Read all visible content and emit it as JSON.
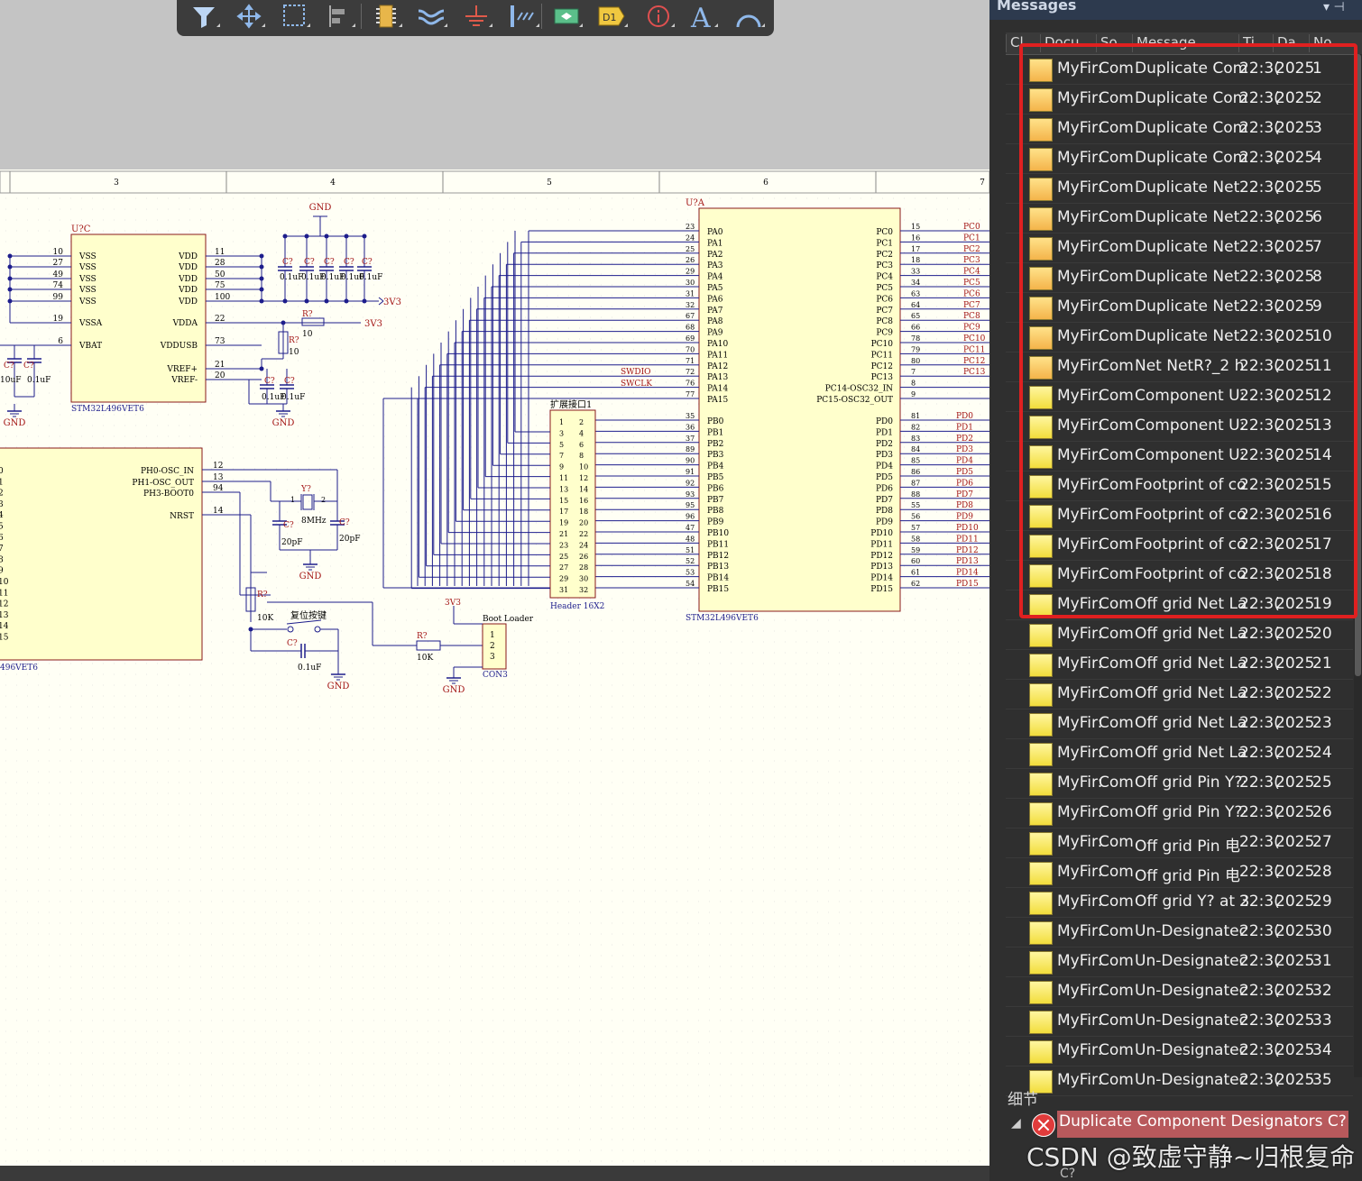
{
  "toolbar": {
    "buttons": [
      "filter-icon",
      "move-icon",
      "select-rect-icon",
      "align-icon",
      "component-icon",
      "bus-icon",
      "gnd-port-icon",
      "bus-entry-icon",
      "net-label-icon",
      "designator-icon",
      "directive-icon",
      "text-icon",
      "arc-icon"
    ],
    "designator_label": "D1",
    "text_label": "A"
  },
  "schematic": {
    "ruler": [
      "3",
      "4",
      "5",
      "6",
      "7"
    ],
    "u7c": {
      "ref": "U?C",
      "part": "STM32L496VET6",
      "left_pins": [
        [
          "10",
          "VSS"
        ],
        [
          "27",
          "VSS"
        ],
        [
          "49",
          "VSS"
        ],
        [
          "74",
          "VSS"
        ],
        [
          "99",
          "VSS"
        ],
        [
          "19",
          "VSSA"
        ],
        [
          "6",
          "VBAT"
        ]
      ],
      "right_pins": [
        [
          "11",
          "VDD"
        ],
        [
          "28",
          "VDD"
        ],
        [
          "50",
          "VDD"
        ],
        [
          "75",
          "VDD"
        ],
        [
          "100",
          "VDD"
        ],
        [
          "22",
          "VDDA"
        ],
        [
          "73",
          "VDDUSB"
        ],
        [
          "21",
          "VREF+"
        ],
        [
          "20",
          "VREF-"
        ]
      ]
    },
    "u7a": {
      "ref": "U?A",
      "part": "STM32L496VET6",
      "pa_pins": [
        [
          "23",
          "PA0"
        ],
        [
          "24",
          "PA1"
        ],
        [
          "25",
          "PA2"
        ],
        [
          "26",
          "PA3"
        ],
        [
          "29",
          "PA4"
        ],
        [
          "30",
          "PA5"
        ],
        [
          "31",
          "PA6"
        ],
        [
          "32",
          "PA7"
        ],
        [
          "67",
          "PA8"
        ],
        [
          "68",
          "PA9"
        ],
        [
          "69",
          "PA10"
        ],
        [
          "70",
          "PA11"
        ],
        [
          "71",
          "PA12"
        ],
        [
          "72",
          "PA13"
        ],
        [
          "76",
          "PA14"
        ],
        [
          "77",
          "PA15"
        ]
      ],
      "pb_pins": [
        [
          "35",
          "PB0"
        ],
        [
          "36",
          "PB1"
        ],
        [
          "37",
          "PB2"
        ],
        [
          "89",
          "PB3"
        ],
        [
          "90",
          "PB4"
        ],
        [
          "91",
          "PB5"
        ],
        [
          "92",
          "PB6"
        ],
        [
          "93",
          "PB7"
        ],
        [
          "95",
          "PB8"
        ],
        [
          "96",
          "PB9"
        ],
        [
          "47",
          "PB10"
        ],
        [
          "48",
          "PB11"
        ],
        [
          "51",
          "PB12"
        ],
        [
          "52",
          "PB13"
        ],
        [
          "53",
          "PB14"
        ],
        [
          "54",
          "PB15"
        ]
      ],
      "pc_pins": [
        [
          "15",
          "PC0"
        ],
        [
          "16",
          "PC1"
        ],
        [
          "17",
          "PC2"
        ],
        [
          "18",
          "PC3"
        ],
        [
          "33",
          "PC4"
        ],
        [
          "34",
          "PC5"
        ],
        [
          "63",
          "PC6"
        ],
        [
          "64",
          "PC7"
        ],
        [
          "65",
          "PC8"
        ],
        [
          "66",
          "PC9"
        ],
        [
          "78",
          "PC10"
        ],
        [
          "79",
          "PC11"
        ],
        [
          "80",
          "PC12"
        ],
        [
          "7",
          "PC13"
        ],
        [
          "8",
          "PC14-OSC32_IN"
        ],
        [
          "9",
          "PC15-OSC32_OUT"
        ]
      ],
      "pd_pins": [
        [
          "81",
          "PD0"
        ],
        [
          "82",
          "PD1"
        ],
        [
          "83",
          "PD2"
        ],
        [
          "84",
          "PD3"
        ],
        [
          "85",
          "PD4"
        ],
        [
          "86",
          "PD5"
        ],
        [
          "87",
          "PD6"
        ],
        [
          "88",
          "PD7"
        ],
        [
          "55",
          "PD8"
        ],
        [
          "56",
          "PD9"
        ],
        [
          "57",
          "PD10"
        ],
        [
          "58",
          "PD11"
        ],
        [
          "59",
          "PD12"
        ],
        [
          "60",
          "PD13"
        ],
        [
          "61",
          "PD14"
        ],
        [
          "62",
          "PD15"
        ]
      ],
      "pc_nets": [
        "PC0",
        "PC1",
        "PC2",
        "PC3",
        "PC4",
        "PC5",
        "PC6",
        "PC7",
        "PC8",
        "PC9",
        "PC10",
        "PC11",
        "PC12",
        "PC13"
      ],
      "pd_nets": [
        "PD0",
        "PD1",
        "PD2",
        "PD3",
        "PD4",
        "PD5",
        "PD6",
        "PD7",
        "PD8",
        "PD9",
        "PD10",
        "PD11",
        "PD12",
        "PD13",
        "PD14",
        "PD15"
      ]
    },
    "header": {
      "ref": "扩展接口1",
      "part": "Header 16X2",
      "pins": [
        [
          "1",
          "2"
        ],
        [
          "3",
          "4"
        ],
        [
          "5",
          "6"
        ],
        [
          "7",
          "8"
        ],
        [
          "9",
          "10"
        ],
        [
          "11",
          "12"
        ],
        [
          "13",
          "14"
        ],
        [
          "15",
          "16"
        ],
        [
          "17",
          "18"
        ],
        [
          "19",
          "20"
        ],
        [
          "21",
          "22"
        ],
        [
          "23",
          "24"
        ],
        [
          "25",
          "26"
        ],
        [
          "27",
          "28"
        ],
        [
          "29",
          "30"
        ],
        [
          "31",
          "32"
        ]
      ]
    },
    "u7b": {
      "part_partial": "496VET6",
      "left_nums": [
        "0",
        "1",
        "2",
        "3",
        "4",
        "5",
        "6",
        "7",
        "8",
        "9",
        "10",
        "11",
        "12",
        "13",
        "14",
        "15"
      ],
      "pins": [
        [
          "12",
          "PH0-OSC_IN"
        ],
        [
          "13",
          "PH1-OSC_OUT"
        ],
        [
          "94",
          "PH3-BOOT0"
        ],
        [
          "14",
          "NRST"
        ]
      ]
    },
    "labels": {
      "gnd": "GND",
      "v33": "3V3",
      "swdio": "SWDIO",
      "swclk": "SWCLK",
      "cap": "C?",
      "cap_val": "0.1uF",
      "cap_10": "10uF",
      "res": "R?",
      "res_10": "10",
      "res_10k": "10K",
      "crystal": "Y?",
      "crystal_val": "8MHz",
      "pf20": "20pF",
      "reset": "复位按键",
      "boot": "Boot Loader",
      "con3": "CON3"
    }
  },
  "messages": {
    "title": "Messages",
    "columns": [
      "Cl",
      "Docu",
      "So",
      "Message",
      "Ti",
      "Da",
      "No"
    ],
    "rows": [
      {
        "doc": "MyFir:",
        "src": "Com",
        "msg": "Duplicate Com",
        "time": "22:3(",
        "date": "2025",
        "no": "1",
        "kind": "w"
      },
      {
        "doc": "MyFir:",
        "src": "Com",
        "msg": "Duplicate Com",
        "time": "22:3(",
        "date": "2025",
        "no": "2",
        "kind": "w"
      },
      {
        "doc": "MyFir:",
        "src": "Com",
        "msg": "Duplicate Com",
        "time": "22:3(",
        "date": "2025",
        "no": "3",
        "kind": "w"
      },
      {
        "doc": "MyFir:",
        "src": "Com",
        "msg": "Duplicate Com",
        "time": "22:3(",
        "date": "2025",
        "no": "4",
        "kind": "w"
      },
      {
        "doc": "MyFir:",
        "src": "Com",
        "msg": "Duplicate Net",
        "time": "22:3(",
        "date": "2025",
        "no": "5",
        "kind": "w"
      },
      {
        "doc": "MyFir:",
        "src": "Com",
        "msg": "Duplicate Net",
        "time": "22:3(",
        "date": "2025",
        "no": "6",
        "kind": "w"
      },
      {
        "doc": "MyFir:",
        "src": "Com",
        "msg": "Duplicate Net",
        "time": "22:3(",
        "date": "2025",
        "no": "7",
        "kind": "w"
      },
      {
        "doc": "MyFir:",
        "src": "Com",
        "msg": "Duplicate Net",
        "time": "22:3(",
        "date": "2025",
        "no": "8",
        "kind": "w"
      },
      {
        "doc": "MyFir:",
        "src": "Com",
        "msg": "Duplicate Net",
        "time": "22:3(",
        "date": "2025",
        "no": "9",
        "kind": "w"
      },
      {
        "doc": "MyFir:",
        "src": "Com",
        "msg": "Duplicate Net",
        "time": "22:3(",
        "date": "2025",
        "no": "10",
        "kind": "w"
      },
      {
        "doc": "MyFir:",
        "src": "Com",
        "msg": "Net NetR?_2 h",
        "time": "22:3(",
        "date": "2025",
        "no": "11",
        "kind": "w"
      },
      {
        "doc": "MyFir:",
        "src": "Com",
        "msg": "Component U:",
        "time": "22:3(",
        "date": "2025",
        "no": "12",
        "kind": "e"
      },
      {
        "doc": "MyFir:",
        "src": "Com",
        "msg": "Component U:",
        "time": "22:3(",
        "date": "2025",
        "no": "13",
        "kind": "e"
      },
      {
        "doc": "MyFir:",
        "src": "Com",
        "msg": "Component U:",
        "time": "22:3(",
        "date": "2025",
        "no": "14",
        "kind": "e"
      },
      {
        "doc": "MyFir:",
        "src": "Com",
        "msg": "Footprint of co",
        "time": "22:3(",
        "date": "2025",
        "no": "15",
        "kind": "e"
      },
      {
        "doc": "MyFir:",
        "src": "Com",
        "msg": "Footprint of co",
        "time": "22:3(",
        "date": "2025",
        "no": "16",
        "kind": "e"
      },
      {
        "doc": "MyFir:",
        "src": "Com",
        "msg": "Footprint of co",
        "time": "22:3(",
        "date": "2025",
        "no": "17",
        "kind": "e"
      },
      {
        "doc": "MyFir:",
        "src": "Com",
        "msg": "Footprint of co",
        "time": "22:3(",
        "date": "2025",
        "no": "18",
        "kind": "e"
      },
      {
        "doc": "MyFir:",
        "src": "Com",
        "msg": "Off grid Net La",
        "time": "22:3(",
        "date": "2025",
        "no": "19",
        "kind": "e"
      },
      {
        "doc": "MyFir:",
        "src": "Com",
        "msg": "Off grid Net La",
        "time": "22:3(",
        "date": "2025",
        "no": "20",
        "kind": "e"
      },
      {
        "doc": "MyFir:",
        "src": "Com",
        "msg": "Off grid Net La",
        "time": "22:3(",
        "date": "2025",
        "no": "21",
        "kind": "e"
      },
      {
        "doc": "MyFir:",
        "src": "Com",
        "msg": "Off grid Net La",
        "time": "22:3(",
        "date": "2025",
        "no": "22",
        "kind": "e"
      },
      {
        "doc": "MyFir:",
        "src": "Com",
        "msg": "Off grid Net La",
        "time": "22:3(",
        "date": "2025",
        "no": "23",
        "kind": "e"
      },
      {
        "doc": "MyFir:",
        "src": "Com",
        "msg": "Off grid Net La",
        "time": "22:3(",
        "date": "2025",
        "no": "24",
        "kind": "e"
      },
      {
        "doc": "MyFir:",
        "src": "Com",
        "msg": "Off grid Pin Y?·",
        "time": "22:3(",
        "date": "2025",
        "no": "25",
        "kind": "e"
      },
      {
        "doc": "MyFir:",
        "src": "Com",
        "msg": "Off grid Pin Y?·",
        "time": "22:3(",
        "date": "2025",
        "no": "26",
        "kind": "e"
      },
      {
        "doc": "MyFir:",
        "src": "Com",
        "msg": "Off grid Pin 电",
        "time": "22:3(",
        "date": "2025",
        "no": "27",
        "kind": "e"
      },
      {
        "doc": "MyFir:",
        "src": "Com",
        "msg": "Off grid Pin 电",
        "time": "22:3(",
        "date": "2025",
        "no": "28",
        "kind": "e"
      },
      {
        "doc": "MyFir:",
        "src": "Com",
        "msg": "Off grid Y? at 3",
        "time": "22:3(",
        "date": "2025",
        "no": "29",
        "kind": "e"
      },
      {
        "doc": "MyFir:",
        "src": "Com",
        "msg": "Un-Designatec",
        "time": "22:3(",
        "date": "2025",
        "no": "30",
        "kind": "e"
      },
      {
        "doc": "MyFir:",
        "src": "Com",
        "msg": "Un-Designatec",
        "time": "22:3(",
        "date": "2025",
        "no": "31",
        "kind": "e"
      },
      {
        "doc": "MyFir:",
        "src": "Com",
        "msg": "Un-Designatec",
        "time": "22:3(",
        "date": "2025",
        "no": "32",
        "kind": "e"
      },
      {
        "doc": "MyFir:",
        "src": "Com",
        "msg": "Un-Designatec",
        "time": "22:3(",
        "date": "2025",
        "no": "33",
        "kind": "e"
      },
      {
        "doc": "MyFir:",
        "src": "Com",
        "msg": "Un-Designatec",
        "time": "22:3(",
        "date": "2025",
        "no": "34",
        "kind": "e"
      },
      {
        "doc": "MyFir:",
        "src": "Com",
        "msg": "Un-Designatec",
        "time": "22:3(",
        "date": "2025",
        "no": "35",
        "kind": "e"
      }
    ],
    "details_label": "细节",
    "details_text": "Duplicate Component Designators C?",
    "details_sub": "C?",
    "watermark": "CSDN @致虚守静~归根复命"
  }
}
